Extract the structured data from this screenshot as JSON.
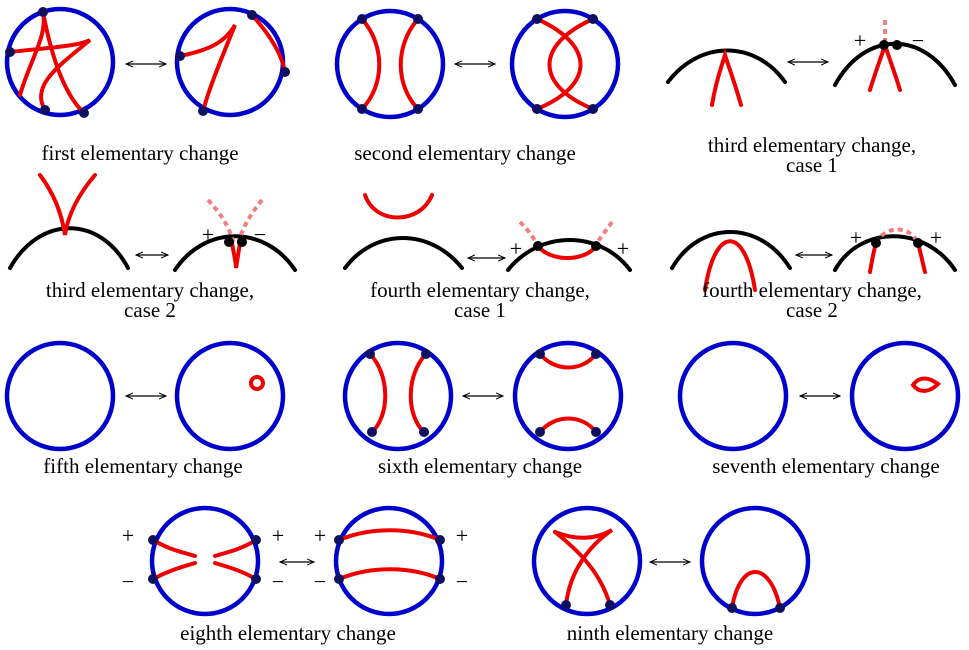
{
  "panels": [
    {
      "id": "first",
      "caption": [
        "first elementary change"
      ]
    },
    {
      "id": "second",
      "caption": [
        "second elementary change"
      ]
    },
    {
      "id": "third1",
      "caption": [
        "third elementary change,",
        "case 1"
      ]
    },
    {
      "id": "third2",
      "caption": [
        "third elementary change,",
        "case 2"
      ]
    },
    {
      "id": "fourth1",
      "caption": [
        "fourth elementary change,",
        "case 1"
      ]
    },
    {
      "id": "fourth2",
      "caption": [
        "fourth elementary change,",
        "case 2"
      ]
    },
    {
      "id": "fifth",
      "caption": [
        "fifth elementary change"
      ]
    },
    {
      "id": "sixth",
      "caption": [
        "sixth elementary change"
      ]
    },
    {
      "id": "seventh",
      "caption": [
        "seventh elementary change"
      ]
    },
    {
      "id": "eighth",
      "caption": [
        "eighth elementary change"
      ]
    },
    {
      "id": "ninth",
      "caption": [
        "ninth elementary change"
      ]
    }
  ],
  "signs": {
    "plus": "+",
    "minus": "−"
  },
  "colors": {
    "boundary": "#0000cc",
    "curve": "#ee0000",
    "faded_curve": "#f08080",
    "vertex": "#101060",
    "arc": "#000000"
  }
}
